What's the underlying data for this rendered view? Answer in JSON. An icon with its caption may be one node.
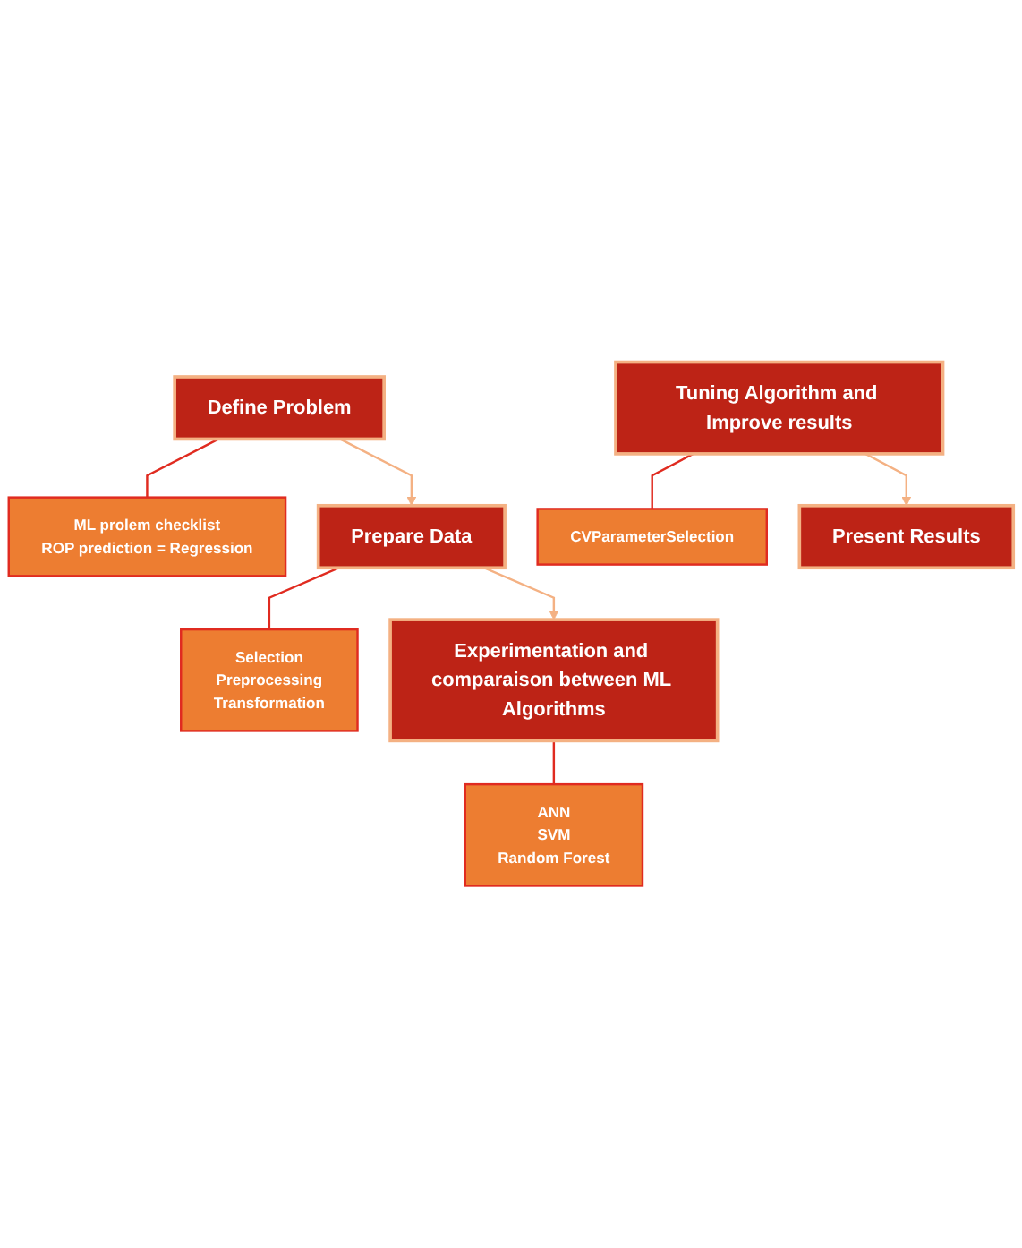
{
  "diagram": {
    "nodes": [
      {
        "text": [
          "Define Problem"
        ]
      },
      {
        "text": [
          "ML prolem checklist",
          "ROP prediction = Regression"
        ]
      },
      {
        "text": [
          "Prepare Data"
        ]
      },
      {
        "text": [
          "Selection",
          "Preprocessing",
          "Transformation"
        ]
      },
      {
        "text": [
          "Experimentation and comparaison between ML Algorithms"
        ]
      },
      {
        "text": [
          "ANN",
          "SVM",
          "Random Forest"
        ]
      },
      {
        "text": [
          "Tuning Algorithm and Improve results"
        ]
      },
      {
        "text": [
          "CVParameterSelection"
        ]
      },
      {
        "text": [
          "Present Results"
        ]
      }
    ],
    "edges": [
      {
        "from": 0,
        "to": 1,
        "arrow": "none"
      },
      {
        "from": 0,
        "to": 2,
        "arrow": "to",
        "color": "#f4b183"
      },
      {
        "from": 2,
        "to": 3,
        "arrow": "none"
      },
      {
        "from": 2,
        "to": 4,
        "arrow": "to",
        "color": "#f4b183"
      },
      {
        "from": 4,
        "to": 5,
        "arrow": "none"
      },
      {
        "from": 6,
        "to": 7,
        "arrow": "none"
      },
      {
        "from": 6,
        "to": 8,
        "arrow": "to",
        "color": "#f4b183"
      }
    ]
  }
}
